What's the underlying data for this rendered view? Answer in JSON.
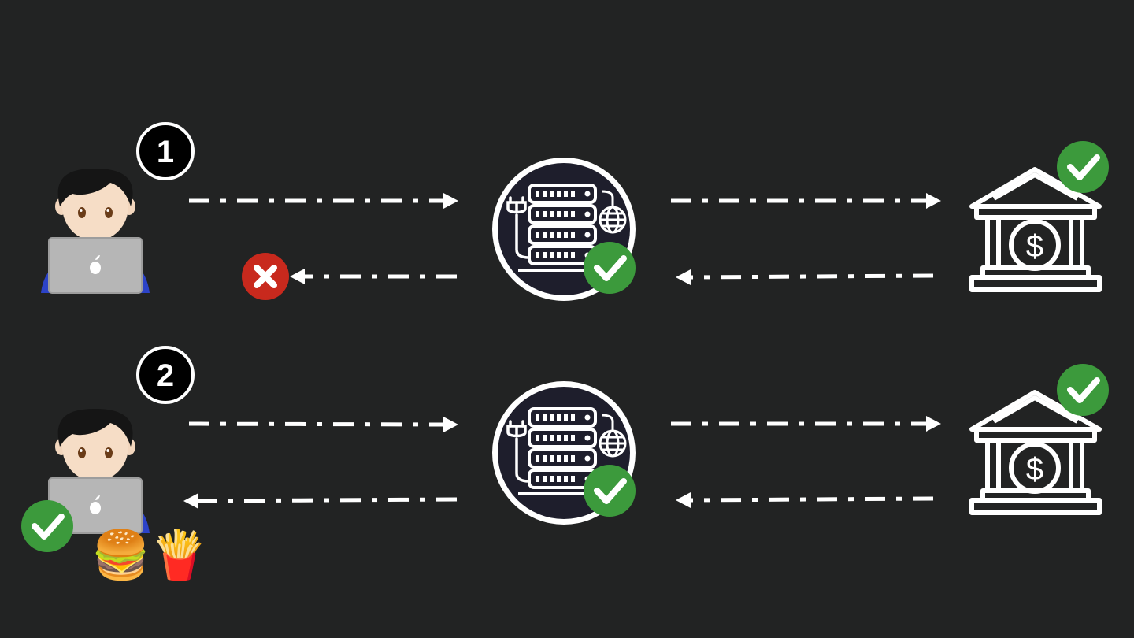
{
  "colors": {
    "background": "#222323",
    "arrow": "#ffffff",
    "success": "#3c9a3c",
    "failure": "#c8291d",
    "server_fill": "#1e1e2c",
    "icon_line": "#ffffff"
  },
  "scenarios": [
    {
      "step_number": "1",
      "client_status": "none",
      "response_to_client": "failed",
      "server_status": "success",
      "bank_status": "success",
      "food": []
    },
    {
      "step_number": "2",
      "client_status": "success",
      "response_to_client": "delivered",
      "server_status": "success",
      "bank_status": "success",
      "food": [
        "🍔",
        "🍟"
      ]
    }
  ],
  "icons": {
    "client": "person-with-laptop-icon",
    "server": "server-rack-globe-icon",
    "bank": "bank-dollar-icon",
    "success": "check-icon",
    "failure": "cross-icon"
  }
}
